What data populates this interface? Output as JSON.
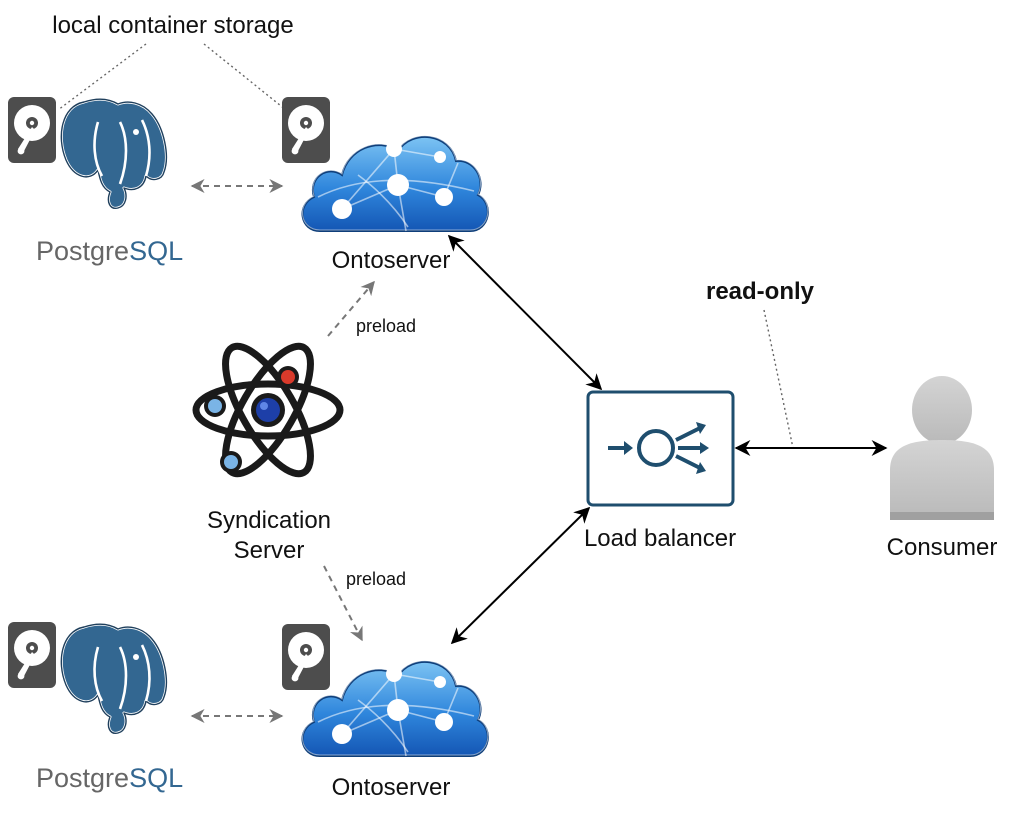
{
  "annotations": {
    "storage": "local container storage",
    "readonly": "read-only",
    "preload_top": "preload",
    "preload_bottom": "preload"
  },
  "nodes": {
    "postgres_top": {
      "word_a": "Postgre",
      "word_b": "SQL"
    },
    "postgres_bottom": {
      "word_a": "Postgre",
      "word_b": "SQL"
    },
    "onto_top": {
      "label": "Ontoserver"
    },
    "onto_bottom": {
      "label": "Ontoserver"
    },
    "syndication": {
      "line1": "Syndication",
      "line2": "Server"
    },
    "load_balancer": {
      "label": "Load balancer"
    },
    "consumer": {
      "label": "Consumer"
    }
  },
  "icons": [
    "disk-icon",
    "postgresql-elephant-icon",
    "cloud-network-icon",
    "atom-icon",
    "load-balancer-icon",
    "user-icon"
  ],
  "colors": {
    "postgres_blue": "#336791",
    "cloud_blue": "#1e6fd0",
    "cloud_light": "#6fb9f0",
    "disk_gray": "#4d4d4d",
    "lb_border": "#1f4e6e",
    "consumer_gray": "#c4c4c4",
    "arrow_dashed": "#777777"
  }
}
